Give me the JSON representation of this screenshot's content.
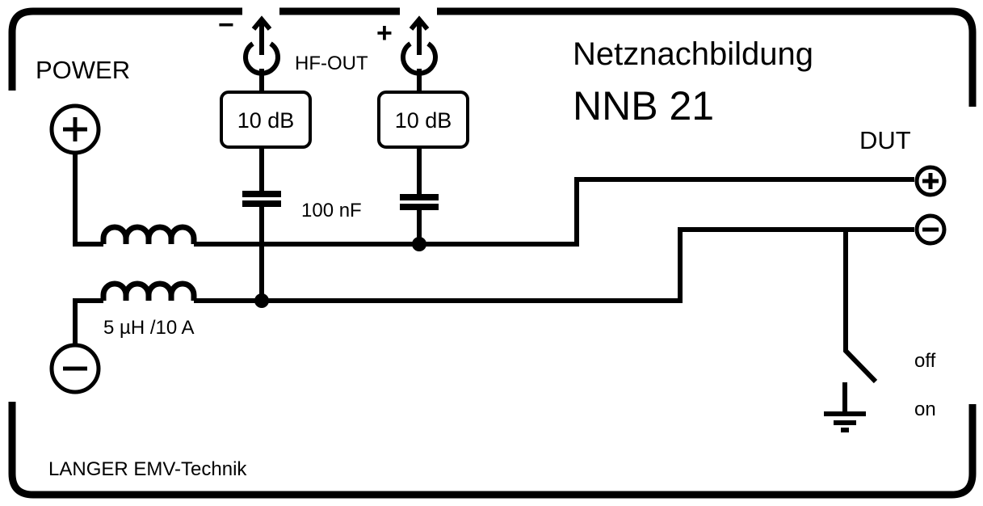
{
  "title": {
    "line1": "Netznachbildung",
    "line2": "NNB 21"
  },
  "manufacturer": "LANGER EMV-Technik",
  "power": {
    "label": "POWER",
    "plus_terminal": "+",
    "minus_terminal": "−"
  },
  "dut": {
    "label": "DUT",
    "plus_terminal": "+",
    "minus_terminal": "−"
  },
  "hf_out": {
    "label": "HF-OUT",
    "minus_sign": "−",
    "plus_sign": "+"
  },
  "attenuators": [
    {
      "label": "10 dB"
    },
    {
      "label": "10 dB"
    }
  ],
  "capacitor_value": "100 nF",
  "inductor_value": "5 µH /10 A",
  "switch": {
    "off_label": "off",
    "on_label": "on"
  },
  "colors": {
    "ink": "#000000",
    "background": "#ffffff"
  }
}
